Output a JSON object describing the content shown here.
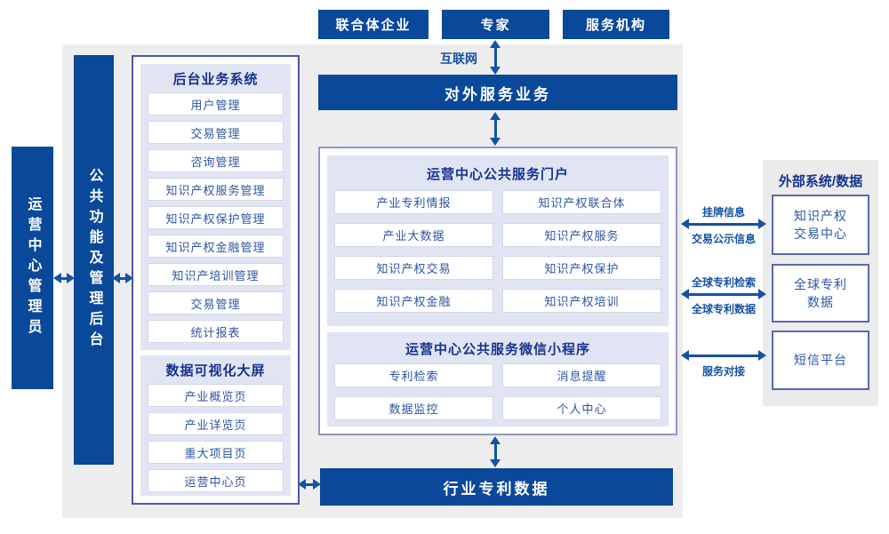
{
  "colors": {
    "primary_blue": "#0a4899",
    "arrow_blue": "#1552a3",
    "panel_lavender": "#e1e4f2",
    "header_navy": "#16338f",
    "item_text_blue": "#2e55a3"
  },
  "top_actors": {
    "consortium": "联合体企业",
    "experts": "专家",
    "agencies": "服务机构"
  },
  "internet_label": "互联网",
  "bars": {
    "external_service": "对外服务业务",
    "industry_patent_data": "行业专利数据"
  },
  "left_column": {
    "admin_vertical": "运营中心管理员",
    "backend_vertical": "公共功能及管理后台",
    "backend_system": {
      "title": "后台业务系统",
      "items": [
        "用户管理",
        "交易管理",
        "咨询管理",
        "知识产权服务管理",
        "知识产权保护管理",
        "知识产权金融管理",
        "知识产培训管理",
        "交易管理",
        "统计报表"
      ]
    },
    "data_visualization": {
      "title": "数据可视化大屏",
      "items": [
        "产业概览页",
        "产业详览页",
        "重大项目页",
        "运营中心页"
      ]
    }
  },
  "center": {
    "portal": {
      "title": "运营中心公共服务门户",
      "items": [
        "产业专利情报",
        "知识产权联合体",
        "产业大数据",
        "知识产权服务",
        "知识产权交易",
        "知识产权保护",
        "知识产权金融",
        "知识产权培训"
      ]
    },
    "miniprogram": {
      "title": "运营中心公共服务微信小程序",
      "items": [
        "专利检索",
        "消息提醒",
        "数据监控",
        "个人中心"
      ]
    }
  },
  "external": {
    "title": "外部系统/数据",
    "systems": [
      {
        "line1": "知识产权",
        "line2": "交易中心"
      },
      {
        "line1": "全球专利",
        "line2": "数据"
      },
      {
        "line1": "短信平台",
        "line2": ""
      }
    ],
    "links": [
      {
        "above": "挂牌信息",
        "below": "交易公示信息"
      },
      {
        "above": "全球专利检索",
        "below": "全球专利数据"
      },
      {
        "above": "",
        "below": "服务对接"
      }
    ]
  }
}
